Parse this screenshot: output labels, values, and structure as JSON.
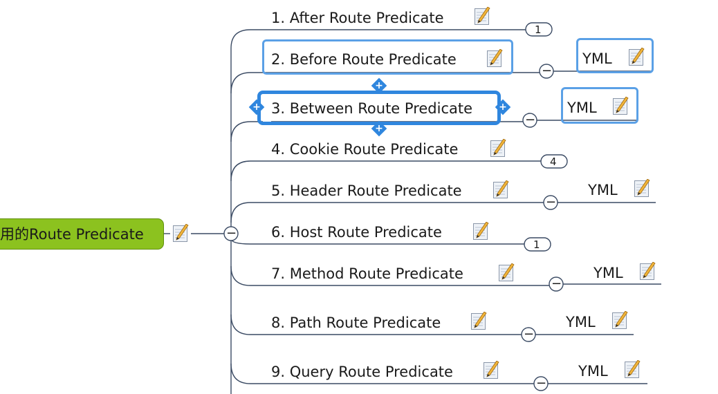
{
  "root": {
    "label": "用的Route Predicate",
    "collapse_symbol": "−"
  },
  "branches": [
    {
      "label": "1. After Route Predicate",
      "badge": "1"
    },
    {
      "label": "2. Before Route Predicate",
      "child": "YML",
      "collapse_symbol": "−"
    },
    {
      "label": "3. Between Route Predicate",
      "child": "YML",
      "collapse_symbol": "−"
    },
    {
      "label": "4. Cookie Route Predicate",
      "badge": "4"
    },
    {
      "label": "5. Header Route Predicate",
      "child": "YML",
      "collapse_symbol": "−"
    },
    {
      "label": "6. Host Route Predicate",
      "badge": "1"
    },
    {
      "label": "7. Method Route Predicate",
      "child": "YML",
      "collapse_symbol": "−"
    },
    {
      "label": "8. Path Route Predicate",
      "child": "YML",
      "collapse_symbol": "−"
    },
    {
      "label": "9. Query Route Predicate",
      "child": "YML",
      "collapse_symbol": "−"
    }
  ],
  "selection_handle_symbol": "+",
  "colors": {
    "root_fill": "#8cc21f",
    "line": "#3a4a63",
    "selection": "#2f86de",
    "selection_light": "#5aa0e6"
  },
  "icons": {
    "note": "note-pencil-icon"
  }
}
